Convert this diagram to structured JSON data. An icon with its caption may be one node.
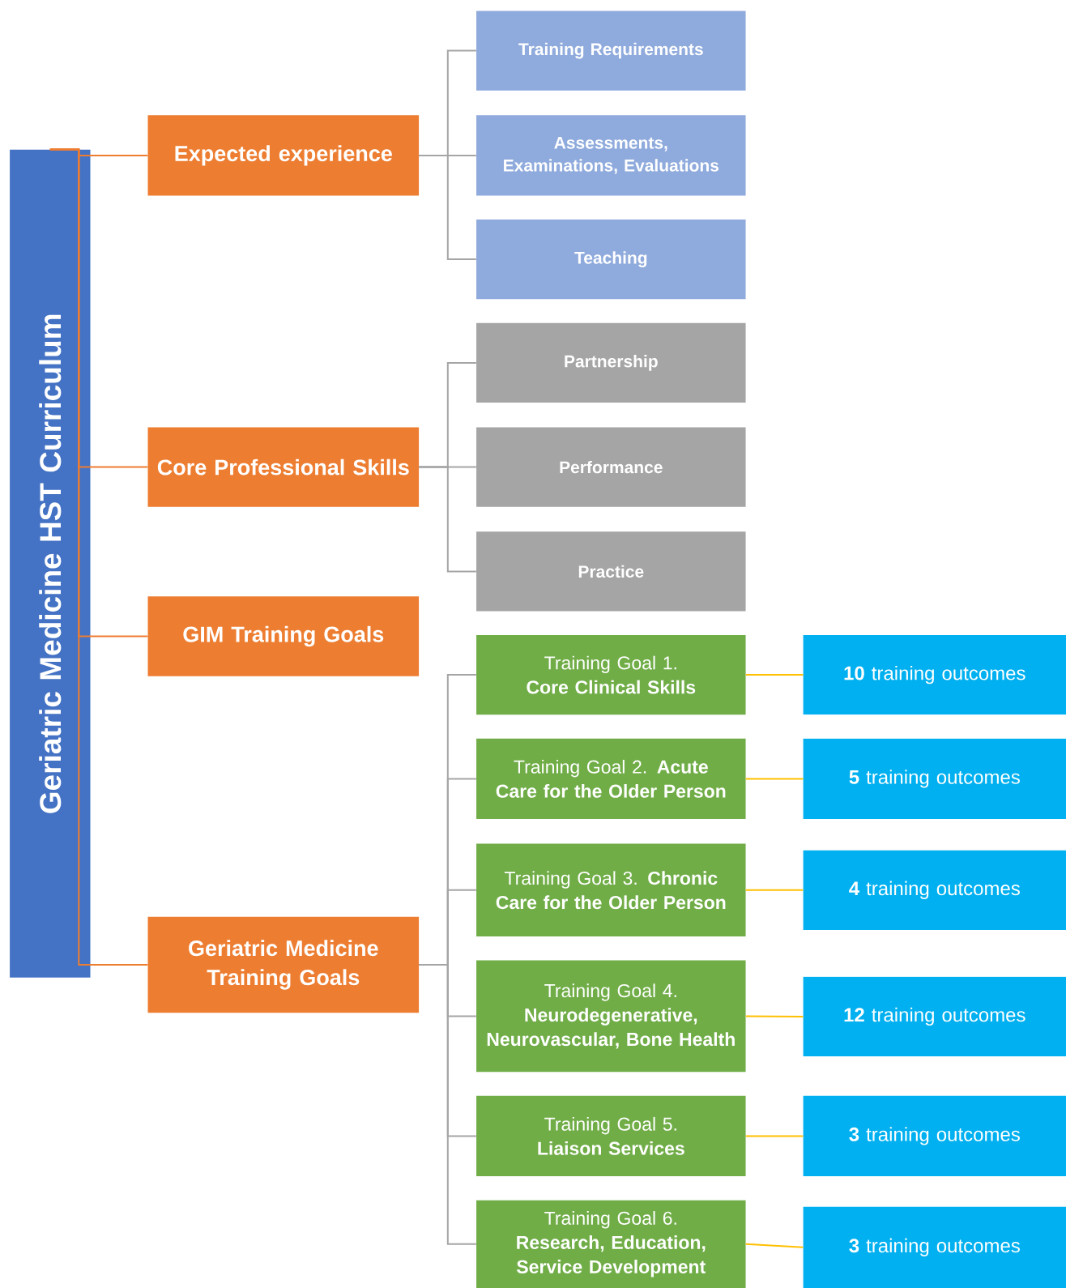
{
  "diagram": {
    "nodes": [
      {
        "text": [
          "Geriatric Medicine HST Curriculum"
        ]
      },
      {
        "text": [
          "Expected experience"
        ]
      },
      {
        "text": [
          "Core Professional Skills"
        ]
      },
      {
        "text": [
          "GIM Training Goals"
        ]
      },
      {
        "text": [
          "Geriatric Medicine Training Goals"
        ]
      },
      {
        "text": [
          "Training Requirements"
        ]
      },
      {
        "text": [
          "Assessments, Examinations, Evaluations"
        ]
      },
      {
        "text": [
          "Teaching"
        ]
      },
      {
        "text": [
          "Partnership"
        ]
      },
      {
        "text": [
          "Performance"
        ]
      },
      {
        "text": [
          "Practice"
        ]
      },
      {
        "text": [
          "Training Goal 1. **Core Clinical Skills**"
        ]
      },
      {
        "text": [
          "Training Goal 2. **Acute Care for the Older Person**"
        ]
      },
      {
        "text": [
          "Training Goal 3. **Chronic Care for the Older Person**"
        ]
      },
      {
        "text": [
          "Training Goal 4. **Neurodegenerative, Neurovascular, Bone Health**"
        ]
      },
      {
        "text": [
          "Training Goal 5. **Liaison Services**"
        ]
      },
      {
        "text": [
          "Training Goal 6. **Research, Education, Service Development**"
        ]
      },
      {
        "text": [
          "**10** training outcomes"
        ]
      },
      {
        "text": [
          "**5** training outcomes"
        ]
      },
      {
        "text": [
          "**4** training outcomes"
        ]
      },
      {
        "text": [
          "**12** training outcomes"
        ]
      },
      {
        "text": [
          "**3** training outcomes"
        ]
      },
      {
        "text": [
          "**3** training outcomes"
        ]
      }
    ],
    "edges": [
      {
        "from": 0,
        "to": 1,
        "arrow": "none",
        "color": "#ed7d31"
      },
      {
        "from": 0,
        "to": 2,
        "arrow": "none",
        "color": "#ed7d31"
      },
      {
        "from": 0,
        "to": 3,
        "arrow": "none",
        "color": "#ed7d31"
      },
      {
        "from": 0,
        "to": 4,
        "arrow": "none",
        "color": "#ed7d31"
      },
      {
        "from": 1,
        "to": 5,
        "arrow": "none"
      },
      {
        "from": 1,
        "to": 6,
        "arrow": "none"
      },
      {
        "from": 1,
        "to": 7,
        "arrow": "none"
      },
      {
        "from": 2,
        "to": 8,
        "arrow": "none"
      },
      {
        "from": 2,
        "to": 9,
        "arrow": "none"
      },
      {
        "from": 2,
        "to": 10,
        "arrow": "none"
      },
      {
        "from": 4,
        "to": 11,
        "arrow": "none"
      },
      {
        "from": 4,
        "to": 12,
        "arrow": "none"
      },
      {
        "from": 4,
        "to": 13,
        "arrow": "none"
      },
      {
        "from": 4,
        "to": 14,
        "arrow": "none"
      },
      {
        "from": 4,
        "to": 15,
        "arrow": "none"
      },
      {
        "from": 4,
        "to": 16,
        "arrow": "none"
      },
      {
        "from": 11,
        "to": 17,
        "arrow": "none",
        "color": "#ffc000"
      },
      {
        "from": 12,
        "to": 18,
        "arrow": "none",
        "color": "#ffc000"
      },
      {
        "from": 13,
        "to": 19,
        "arrow": "none",
        "color": "#ffc000"
      },
      {
        "from": 14,
        "to": 20,
        "arrow": "none",
        "color": "#ffc000"
      },
      {
        "from": 15,
        "to": 21,
        "arrow": "none",
        "color": "#ffc000"
      },
      {
        "from": 16,
        "to": 22,
        "arrow": "none",
        "color": "#ffc000"
      }
    ]
  }
}
